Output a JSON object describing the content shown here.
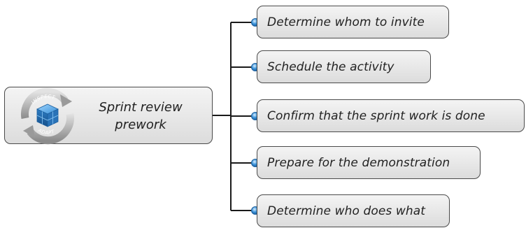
{
  "root": {
    "title_line1": "Sprint review",
    "title_line2": "prework",
    "icon": "inspect-adapt-cycle-icon",
    "icon_top_text": "INSPECT",
    "icon_bottom_text": "ADAPT"
  },
  "steps": [
    {
      "label": "Determine whom to invite"
    },
    {
      "label": "Schedule the activity"
    },
    {
      "label": "Confirm that the sprint work is done"
    },
    {
      "label": "Prepare for the demonstration"
    },
    {
      "label": "Determine who does what"
    }
  ],
  "colors": {
    "connector": "#1a1a1a",
    "node_border": "#4a4a4a",
    "connector_dot": "#3a92d8"
  }
}
